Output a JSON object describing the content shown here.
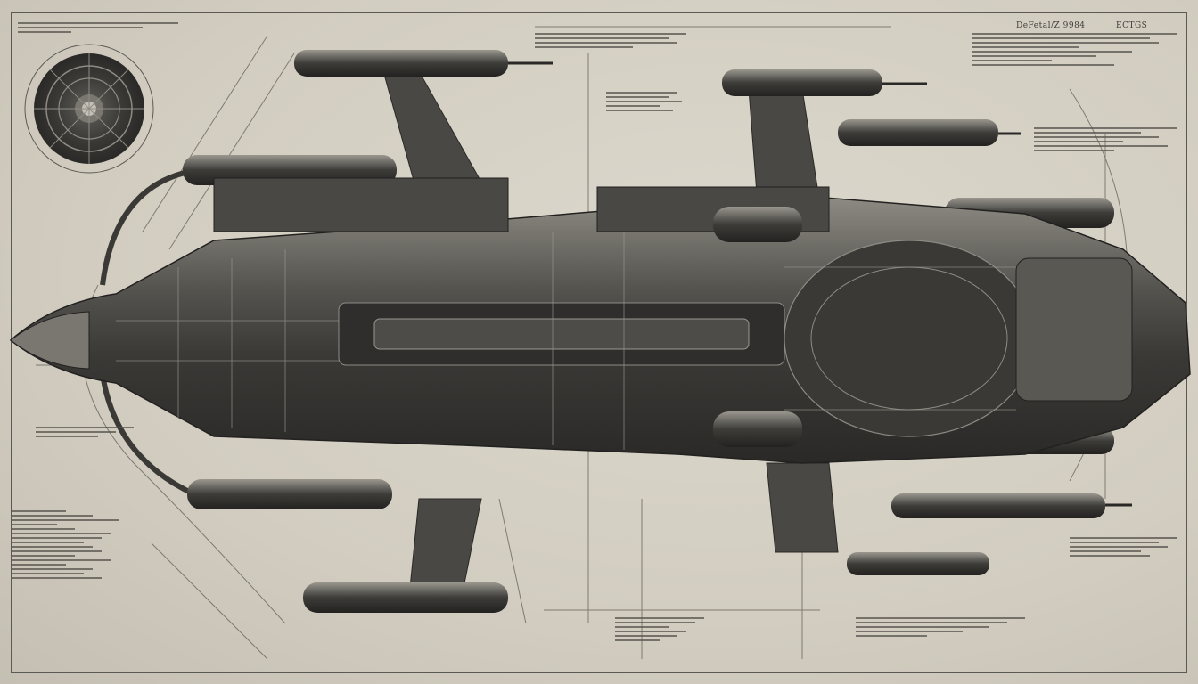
{
  "image": {
    "subject": "spaceship-blueprint",
    "style": "technical blueprint drawing, graphite on aged paper",
    "colors": {
      "paper": "#d6d1c5",
      "ink": "#3a3936",
      "hull_dark": "#2f2e2c",
      "hull_mid": "#6b6963",
      "hull_light": "#a9a59c",
      "frame": "#5b5953"
    }
  },
  "header": {
    "title_left": "DeFetal/Z 9984",
    "title_right": "ECTGS"
  },
  "annotations": {
    "note": "illegible pseudo-text annotations",
    "blocks": [
      {
        "id": "top-left",
        "lines": 3
      },
      {
        "id": "top-center",
        "lines": 4
      },
      {
        "id": "top-right",
        "lines": 8
      },
      {
        "id": "mid-left",
        "lines": 3
      },
      {
        "id": "bottom-left",
        "lines": 16
      },
      {
        "id": "bottom-center",
        "lines": 6
      },
      {
        "id": "bottom-right",
        "lines": 5
      },
      {
        "id": "right-mid",
        "lines": 6
      }
    ]
  }
}
